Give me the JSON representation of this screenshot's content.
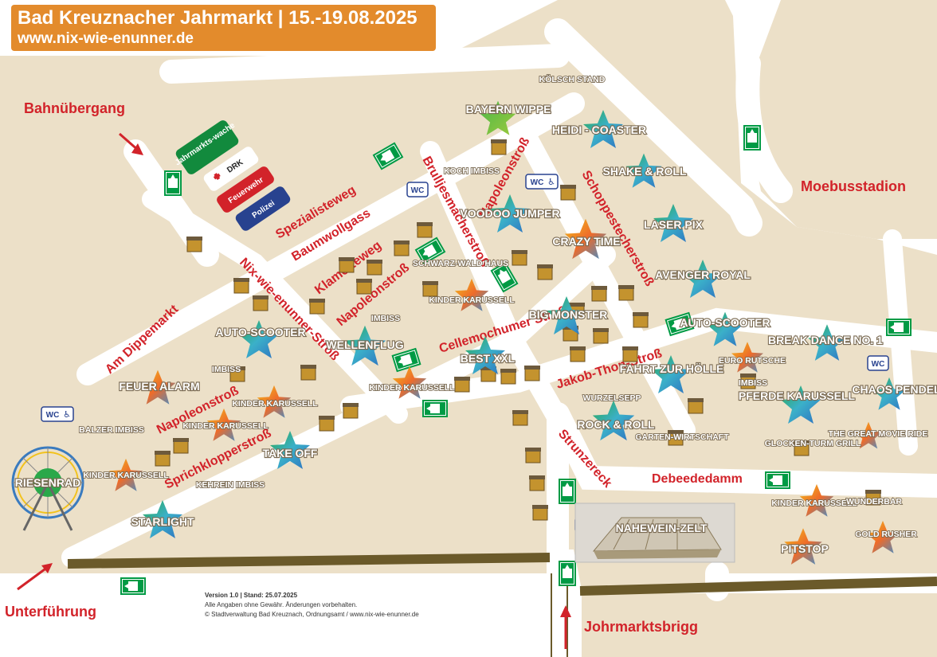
{
  "header": {
    "title": "Bad Kreuznacher Jahrmarkt | 15.-19.08.2025",
    "url": "www.nix-wie-enunner.de"
  },
  "areas": {
    "bahnuebergang": "Bahnübergang",
    "moebusstadion": "Moebusstadion",
    "unterfuehrung": "Unterführung",
    "johrmarktsbrigg": "Johrmarktsbrigg"
  },
  "streets": {
    "spezialisteweg": "Spezialisteweg",
    "baumwollgass": "Baumwollgass",
    "brulljesmacherstross": "Brulljesmacherstroß",
    "napoleonstross_top": "Napoleonstroß",
    "schoppestecherstross": "Schoppestecherstroß",
    "klamotteweg": "Klamotteweg",
    "napoleonstross_mid": "Napoleonstroß",
    "nixwieenunner": "Nix-wie-enunner-Stroß",
    "am_dippemarkt": "Am Dippemarkt",
    "cellemochumer": "Cellemochumer Stroß",
    "jakob_thon": "Jakob-Thon-Stroß",
    "napoleonstross_low": "Napoleonstroß",
    "sprichklopperstross": "Sprichklopperstroß",
    "strunzereck": "Strunzereck",
    "debeededamm": "Debeededamm"
  },
  "services": {
    "jahrmarktswache": "Jahrmarkts-wache",
    "drk": "DRK",
    "feuerwehr": "Feuerwehr",
    "polizei": "Polizei",
    "wc": "WC"
  },
  "rides": {
    "bayern_wippe": "BAYERN WIPPE",
    "heidi_coaster": "HEIDI - COASTER",
    "shake_roll": "SHAKE & ROLL",
    "voodoo_jumper": "VOODOO JUMPER",
    "crazy_time": "CRAZY TIME",
    "laser_pix": "LASER PIX",
    "avenger_royal": "AVENGER ROYAL",
    "big_monster": "BIG MONSTER",
    "autoscooter_left": "AUTO-SCOOTER",
    "wellenflug": "WELLENFLUG",
    "best_xxl": "BEST XXL",
    "autoscooter_right": "AUTO-SCOOTER",
    "break_dance": "BREAK DANCE NO. 1",
    "fahrt_zur_hoelle": "FAHRT ZUR HÖLLE",
    "feuer_alarm": "FEUER ALARM",
    "pferde_karussell": "PFERDE KARUSSELL",
    "chaos_pendel": "CHAOS PENDEL",
    "rock_roll": "ROCK & ROLL",
    "take_off": "TAKE OFF",
    "riesenrad": "RIESENRAD",
    "starlight": "STARLIGHT",
    "pitstop": "PITSTOP",
    "nahewein_zelt": "NAHEWEIN-ZELT"
  },
  "stalls": {
    "koelsch_stand": "KÖLSCH STAND",
    "koch_imbiss": "KOCH IMBISS",
    "schwarzwald_haus": "SCHWARZ-WALD HAUS",
    "kinderkarussell_1": "KINDER KARUSSELL",
    "imbiss_1": "IMBISS",
    "imbiss_2": "IMBISS",
    "kinderkarussell_2": "KINDER KARUSSELL",
    "euro_rutsche": "EURO RUTSCHE",
    "imbiss_3": "IMBISS",
    "kinderkarussell_3": "KINDER KARUSSELL",
    "balzer_imbiss": "BALZER IMBISS",
    "kinderkarussell_4": "KINDER KARUSSELL",
    "wurzelsepp": "WURZELSEPP",
    "gartenwirtschaft": "GARTEN-WIRTSCHAFT",
    "glockenturm_grill": "GLOCKEN-TURM GRILL",
    "the_great_movie_ride": "THE GREAT MOVIE RIDE",
    "kinderkarussell_5": "KINDER KARUSSELL",
    "kehrein_imbiss": "KEHREIN IMBISS",
    "kinderkarussell_6": "KINDER KARUSSELL",
    "wunderbar": "WUNDERBAR",
    "gold_rusher": "GOLD RUSHER"
  },
  "footer": {
    "line1": "Version 1.0 | Stand: 25.07.2025",
    "line2": "Alle Angaben ohne Gewähr. Änderungen vorbehalten.",
    "line3": "© Stadtverwaltung Bad Kreuznach, Ordnungsamt / www.nix-wie-enunner.de"
  },
  "colors": {
    "ground": "#ece0c8",
    "road": "#ffffff",
    "accent_red": "#d2232a",
    "header": "#e38b2c",
    "exit_green": "#009a44",
    "wache_green": "#128a3d",
    "polizei_blue": "#28428f",
    "river": "#6b5a2a"
  }
}
